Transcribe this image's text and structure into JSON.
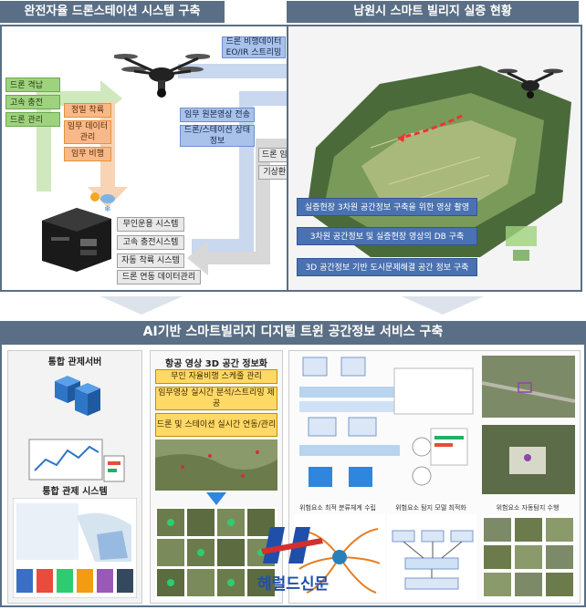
{
  "top_left": {
    "title": "완전자율 드론스테이션 시스템 구축",
    "green_items": [
      "드론 격납",
      "고속 충전",
      "드론 관리"
    ],
    "orange_items": [
      "정밀 착륙",
      "임무 데이터 관리",
      "임무 비행"
    ],
    "station_items": [
      "무인운용 시스템",
      "고속 충전시스템",
      "자동 착륙 시스템",
      "드론 연동 데이터관리"
    ]
  },
  "flows": {
    "eo_ir": "드론 비행데이터 EO/IR 스트리밍",
    "mission_video": "임무 원본영상 전송",
    "drone_status": "드론/스테이션 상태 정보",
    "mission_info": "드론 임무비행 정보",
    "weather": "기상환경/외부정보"
  },
  "top_right": {
    "title": "남원시 스마트 빌리지 실증 현황",
    "items": [
      "실증현장 3차원 공간정보 구축을 위한 영상 촬영",
      "3차원 공간정보 및 실증현장 영상의 DB 구축",
      "3D 공간정보 기반 도시문제해결 공간 정보 구축"
    ]
  },
  "bottom": {
    "title": "AI기반 스마트빌리지 디지털 트윈 공간정보 서비스 구축",
    "server_title": "통합 관제서버",
    "system_title": "통합 관제 시스템",
    "aerial_title": "항공 영상 3D 공간 정보화",
    "aerial_items": [
      "무인 자율비행 스케줄 관리",
      "임무영상 실시간 분석/스트리밍 제공",
      "드론 및 스테이션 실시간 연동/관리"
    ],
    "diagram_labels": [
      "위험요소 최적 분류체계 수립",
      "위험요소 탐지 모델 최적화",
      "위험요소 자동탐지 수행"
    ]
  },
  "watermark": "헤럴드신문",
  "colors": {
    "header": "#5a6f86",
    "green": "#9fd27d",
    "orange": "#f8b98a",
    "blue": "#a8c2ea",
    "db": "#4b72b0"
  }
}
